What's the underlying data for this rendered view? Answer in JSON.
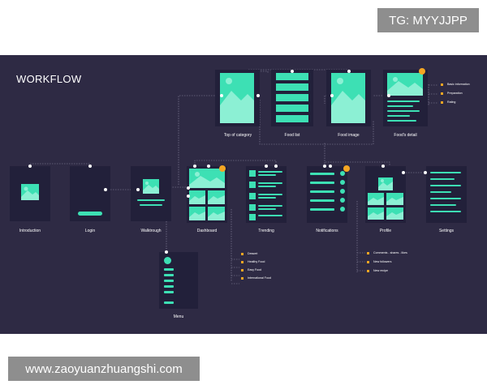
{
  "watermark_tg": "TG: MYYJJPP",
  "watermark_url": "www.zaoyuanzhuangshi.com",
  "board": {
    "title": "WORKFLOW",
    "screens": {
      "introduction": "Introduction",
      "login": "Login",
      "walkthrough": "Walktrough",
      "dashboard": "Dashboard",
      "trending": "Trending",
      "notifications": "Notifications",
      "profile": "Profile",
      "settings": "Settings",
      "menu": "Menu",
      "top_of_category": "Top of category",
      "food_list": "Food list",
      "food_image": "Food image",
      "food_detail": "Food's detail"
    },
    "notes": {
      "food_detail": [
        "Basic information",
        "Preparation",
        "Rating"
      ],
      "dashboard": [
        "Dessert",
        "Healthy Food",
        "Easy Food",
        "International Food"
      ],
      "profile": [
        "Comments - shares - likes",
        "New followers",
        "New recipe"
      ]
    },
    "colors": {
      "background": "#2e2a44",
      "screen": "#22203a",
      "accent": "#3de0b4",
      "badge": "#f5a623"
    }
  }
}
